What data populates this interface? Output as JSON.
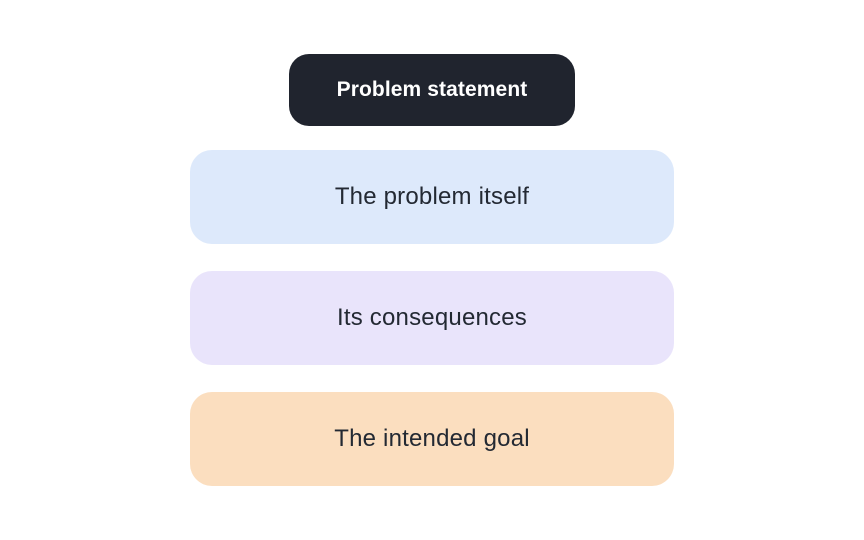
{
  "canvas": {
    "background_color": "#ffffff"
  },
  "flowchart": {
    "header": {
      "label": "Problem statement",
      "bg_color": "#20242e",
      "text_color": "#ffffff"
    },
    "boxes": [
      {
        "label": "The problem itself",
        "bg_color": "#dde9fb"
      },
      {
        "label": "Its consequences",
        "bg_color": "#e9e4fb"
      },
      {
        "label": "The intended goal",
        "bg_color": "#fbdebf"
      }
    ],
    "box_text_color": "#232933"
  }
}
